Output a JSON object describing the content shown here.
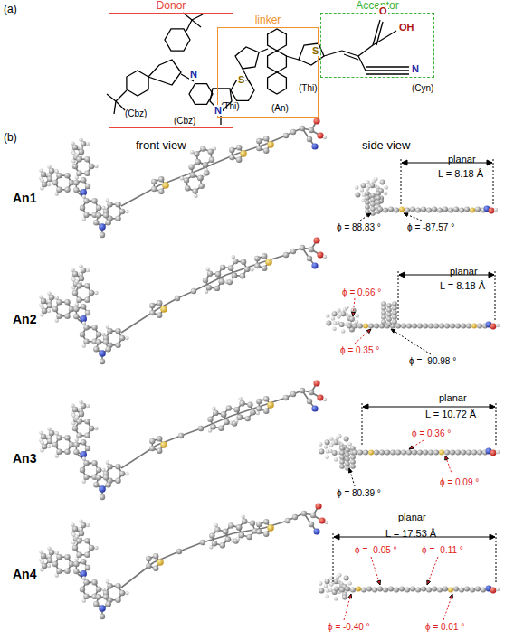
{
  "diagram": {
    "nodes": [
      {
        "text": [
          "Donor"
        ]
      },
      {
        "text": [
          "linker"
        ]
      },
      {
        "text": [
          "Acceptor"
        ]
      }
    ],
    "labels": [
      "(a)",
      "(Cbz)",
      "(Cbz)",
      "(Thi)",
      "(An)",
      "(Thi)",
      "(Cyn)",
      "N",
      "N",
      "S",
      "S",
      "O",
      "OH",
      "N",
      "(b)",
      "front view",
      "side view",
      "An1",
      "planar",
      "L = 8.18 Å",
      "ϕ = 88.83 °",
      "ϕ = -87.57 °",
      "An2",
      "planar",
      "L = 8.18 Å",
      "ϕ = 0.66 °",
      "ϕ = 0.35 °",
      "ϕ = -90.98 °",
      "An3",
      "planar",
      "L = 10.72 Å",
      "ϕ = 0.36 °",
      "ϕ = 80.39 °",
      "ϕ = 0.09 °",
      "An4",
      "planar",
      "L = 17.53 Å",
      "ϕ = -0.05 °",
      "ϕ = -0.11 °",
      "ϕ = -0.40 °",
      "ϕ = 0.01 °"
    ]
  }
}
